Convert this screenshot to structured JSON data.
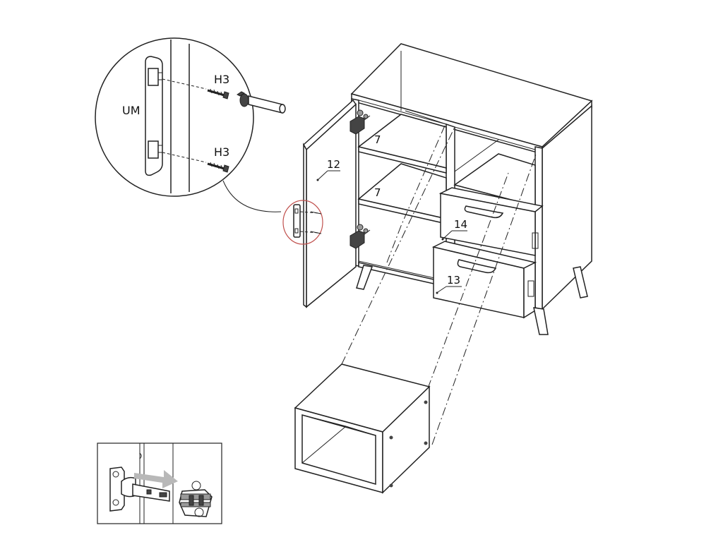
{
  "labels": {
    "magnet": "UM",
    "screw_top": "H3",
    "screw_bottom": "H3",
    "shelf_top": "7",
    "shelf_bottom": "7",
    "door": "12",
    "drawer_top": "14",
    "drawer_bottom": "13"
  },
  "colors": {
    "line": "#222222",
    "detail_circle": "#c0504d",
    "arrow": "#b8b8b8",
    "metal": "#9a9a9a"
  },
  "icons": [
    "magnet-catch-icon",
    "screw-icon",
    "dowel-icon",
    "hinge-icon",
    "arrow-icon"
  ]
}
